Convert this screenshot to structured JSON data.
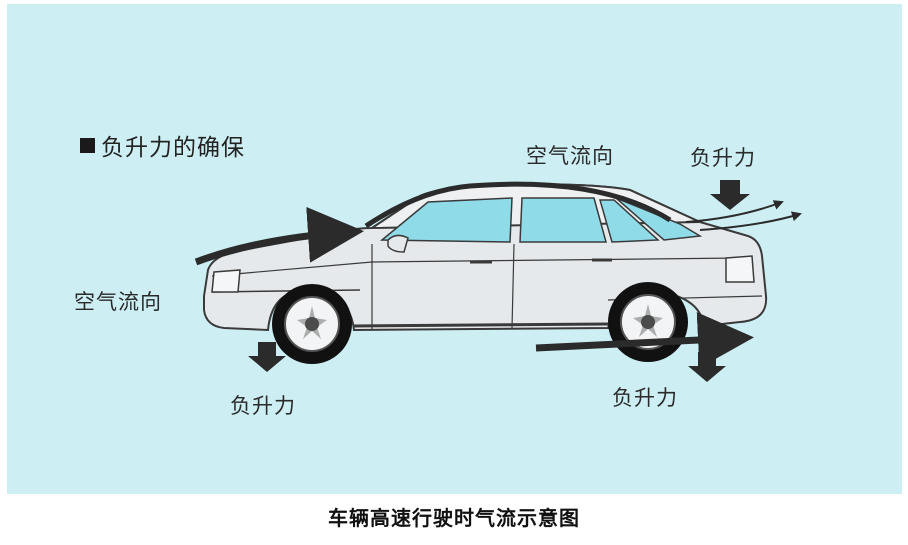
{
  "heading": {
    "marker": "■",
    "text": "负升力的确保"
  },
  "labels": {
    "airflow_top": "空气流向",
    "downforce_top_right": "负升力",
    "airflow_front": "空气流向",
    "downforce_front_wheel": "负升力",
    "downforce_rear_wheel": "负升力"
  },
  "caption": "车辆高速行驶时气流示意图",
  "colors": {
    "background": "#cdeff4",
    "car_body": "#e6e9ec",
    "window": "#8fdbe8",
    "outline": "#3a3a3a",
    "arrow": "#2b2b2b"
  }
}
